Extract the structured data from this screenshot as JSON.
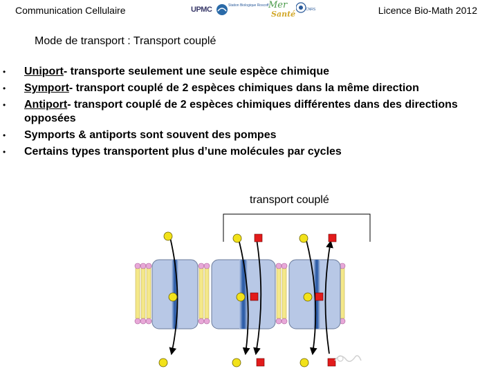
{
  "header": {
    "left_title": "Communication Cellulaire",
    "right_title": "Licence Bio-Math 2012",
    "logos": {
      "upmc": "UPMC",
      "station": "Station Biologique Roscoff",
      "mer": "Mer",
      "sante": "Santé",
      "cnrs": "CNRS"
    }
  },
  "slide": {
    "subtitle": "Mode de transport : Transport couplé",
    "bullet_glyph": "•",
    "bullets": [
      {
        "term": "Uniport",
        "text": "- transporte seulement une seule  espèce chimique"
      },
      {
        "term": "Symport",
        "text": "- transport couplé de 2 espèces chimiques dans la même direction"
      },
      {
        "term": "Antiport",
        "text": "- transport couplé de 2 espèces chimiques différentes dans des directions opposées"
      },
      {
        "term": "",
        "text": "Symports & antiports sont souvent des pompes"
      },
      {
        "term": "",
        "text": "Certains types transportent plus d’une molécules par cycles"
      }
    ],
    "figure_label": "transport couplé"
  },
  "colors": {
    "circle_solute": "#f2e21a",
    "square_solute": "#e21b1b",
    "protein_fill": "#b8c8e6",
    "protein_channel": "#2f5ea8",
    "lipid_head": "#e8a8d8",
    "lipid_tail": "#f4e88a"
  },
  "icons": {
    "signature": "signature-scribble-icon"
  }
}
